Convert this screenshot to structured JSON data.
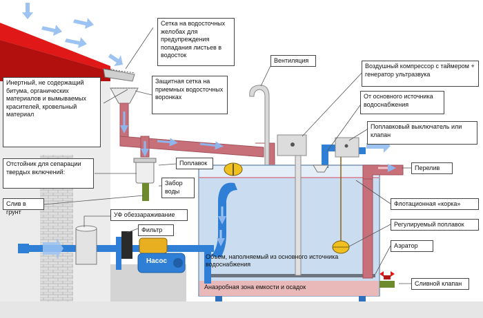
{
  "labels": {
    "gutter_mesh": "Сетка на водосточных желобах для предупреждения попадания листьев в водосток",
    "inert_roof": "Инертный, не содержащий битума, органических материалов и вымываемых красителей, кровельный материал",
    "protective_mesh": "Защитная сетка на приемных водосточных воронках",
    "ventilation": "Вентиляция",
    "air_compressor": "Воздушный компрессор с таймером + генератор ультразвука",
    "main_source": "От основного источника водоснабжения",
    "float_switch": "Поплавковый выключатель или клапан",
    "settler": "Отстойник для сепарации твердых включений:",
    "float": "Поплавок",
    "water_intake": "Забор воды",
    "ground_drain": "Слив в грунт",
    "overflow": "Перелив",
    "flotation_crust": "Флотационная «корка»",
    "uv_disinfection": "УФ обеззараживание",
    "filter": "Фильтр",
    "adjustable_float": "Регулируемый поплавок",
    "aerator": "Аэратор",
    "pump": "Насос",
    "volume_filled": "Объем, наполняемый из основного источника водоснабжения",
    "anaerobic_zone": "Анаэробная зона емкости и осадок",
    "drain_valve": "Сливной клапан"
  },
  "colors": {
    "roof": "#e01818",
    "pipe_rain": "#c8707a",
    "pipe_water": "#2f7fd6",
    "tank_water": "#c9dcf0",
    "sludge": "#e9b8b8",
    "brick": "#d9d9d9",
    "arrow": "#8fb6ec"
  }
}
